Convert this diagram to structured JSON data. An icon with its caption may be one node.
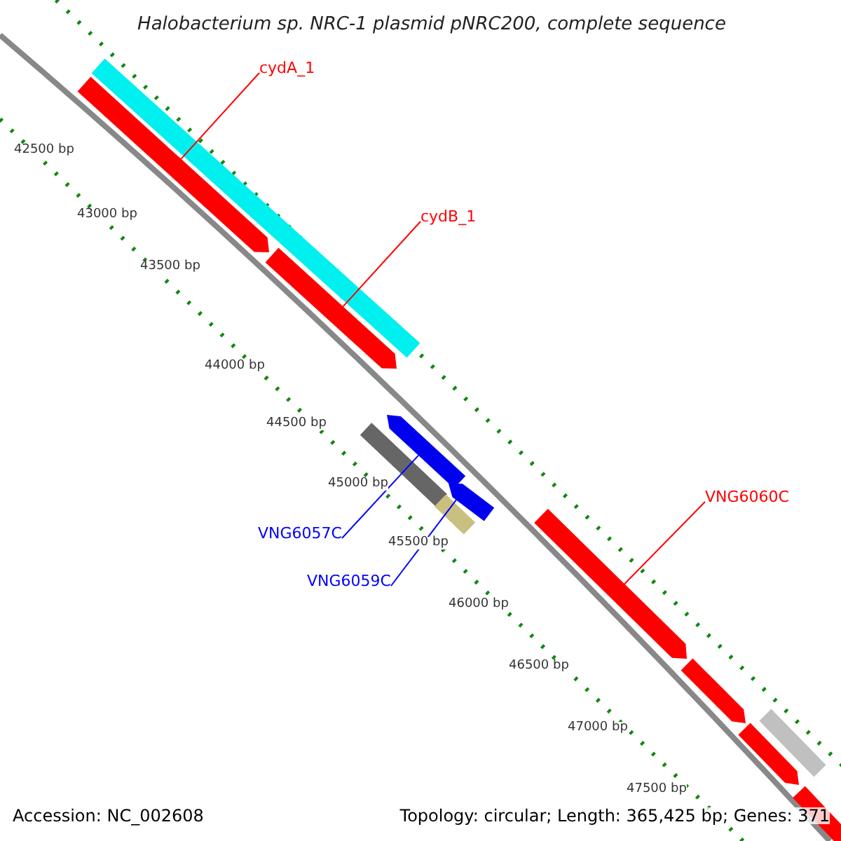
{
  "diagram": {
    "title": "Halobacterium sp. NRC-1 plasmid pNRC200, complete sequence",
    "nodes": [
      {
        "text": [
          "cydA_1"
        ]
      },
      {
        "text": [],
        "shape": "bar"
      },
      {
        "text": [
          "cydB_1"
        ]
      },
      {
        "text": [],
        "shape": "bar"
      },
      {
        "text": [
          "VNG6057C"
        ]
      },
      {
        "text": [],
        "shape": "bar"
      },
      {
        "text": [
          "VNG6059C"
        ]
      },
      {
        "text": [],
        "shape": "bar"
      },
      {
        "text": [
          "VNG6060C"
        ]
      },
      {
        "text": [],
        "shape": "bar"
      }
    ],
    "edges": [
      {
        "from": 0,
        "to": 1,
        "arrow": "none"
      },
      {
        "from": 2,
        "to": 3,
        "arrow": "none"
      },
      {
        "from": 4,
        "to": 5,
        "arrow": "none",
        "color": "#0000ff"
      },
      {
        "from": 6,
        "to": 7,
        "arrow": "none",
        "color": "#0000ff"
      },
      {
        "from": 8,
        "to": 9,
        "arrow": "none"
      }
    ],
    "labels": [
      "42500 bp",
      "43000 bp",
      "43500 bp",
      "44000 bp",
      "44500 bp",
      "45000 bp",
      "45500 bp",
      "46000 bp",
      "46500 bp",
      "47000 bp",
      "47500 bp",
      "Accession: NC_002608",
      "Topology: circular; Length: 365,425 bp; Genes: 371"
    ]
  }
}
